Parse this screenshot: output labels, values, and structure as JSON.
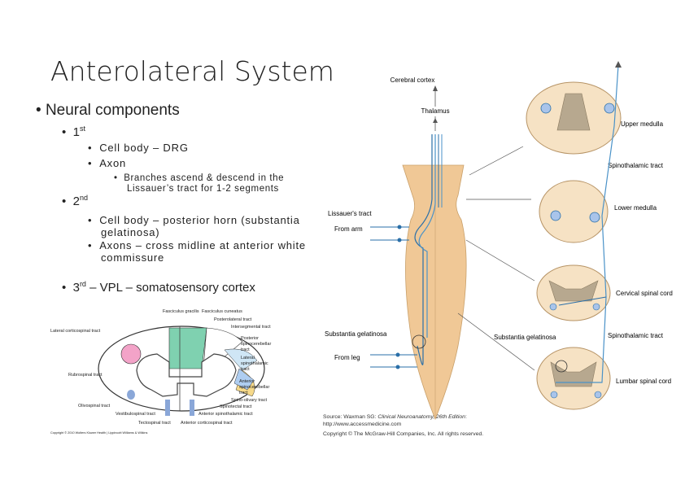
{
  "slide": {
    "title": "Anterolateral System",
    "bullets": {
      "neural": "Neural components",
      "first_num": "1",
      "first_sup": "st",
      "cell_body_drg": "Cell body – DRG",
      "axon": "Axon",
      "branches_1": "Branches ascend & descend in the",
      "branches_2": "Lissauer’s tract for 1-2 segments",
      "second_num": "2",
      "second_sup": "nd",
      "cell_body_ph_1": "Cell body – posterior horn (substantia",
      "cell_body_ph_2": "gelatinosa)",
      "axons_cross_1": "Axons – cross midline at anterior white",
      "axons_cross_2": "commissure",
      "third_num": "3",
      "third_sup": "rd",
      "third_text": " – VPL – somatosensory cortex"
    }
  },
  "cross_section": {
    "labels": {
      "fasciculus_gracilis": "Fasciculus gracilis",
      "fasciculus_cuneatus": "Fasciculus cuneatus",
      "posterolateral_tract": "Posterolateral tract",
      "lateral_corticospinal": "Lateral corticospinal tract",
      "intersegmental": "Intersegmental tract",
      "posterior_spinocerebellar_1": "Posterior",
      "posterior_spinocerebellar_2": "spinocerebellar",
      "posterior_spinocerebellar_3": "tract",
      "lateral_spinothalamic_1": "Lateral",
      "lateral_spinothalamic_2": "spinothalamic",
      "lateral_spinothalamic_3": "tract",
      "rubrospinal": "Rubrospinal tract",
      "anterior_spinocerebellar_1": "Anterior",
      "anterior_spinocerebellar_2": "spinocerebellar",
      "anterior_spinocerebellar_3": "tract",
      "spino_olivary": "Spino-olivary tract",
      "olivospinal": "Olivospinal tract",
      "spinotectal": "Spinotectal tract",
      "vestibulospinal": "Vestibulospinal tract",
      "anterior_spinothalamic": "Anterior spinothalamic tract",
      "tectospinal": "Tectospinal tract",
      "anterior_corticospinal": "Anterior corticospinal tract",
      "copyright": "Copyright © 2010 Wolters Kluwer Health | Lippincott Williams & Wilkins"
    }
  },
  "pathway_diagram": {
    "labels": {
      "cerebral_cortex": "Cerebral cortex",
      "thalamus": "Thalamus",
      "upper_medulla": "Upper medulla",
      "spinothalamic_tract_top": "Spinothalamic tract",
      "lissauers_tract": "Lissauer's tract",
      "from_arm": "From arm",
      "lower_medulla": "Lower medulla",
      "cervical_spinal_cord": "Cervical spinal cord",
      "substantia_gelatinosa_left": "Substantia gelatinosa",
      "substantia_gelatinosa_right": "Substantia gelatinosa",
      "spinothalamic_tract_bottom": "Spinothalamic tract",
      "from_leg": "From leg",
      "lumbar_spinal_cord": "Lumbar spinal cord"
    },
    "source_prefix": "Source: Waxman SG: ",
    "source_book": "Clinical Neuroanatomy, 26th Edition",
    "source_suffix": ":",
    "source_url": "http://www.accessmedicine.com",
    "copyright": "Copyright © The McGraw-Hill Companies, Inc. All rights reserved."
  }
}
